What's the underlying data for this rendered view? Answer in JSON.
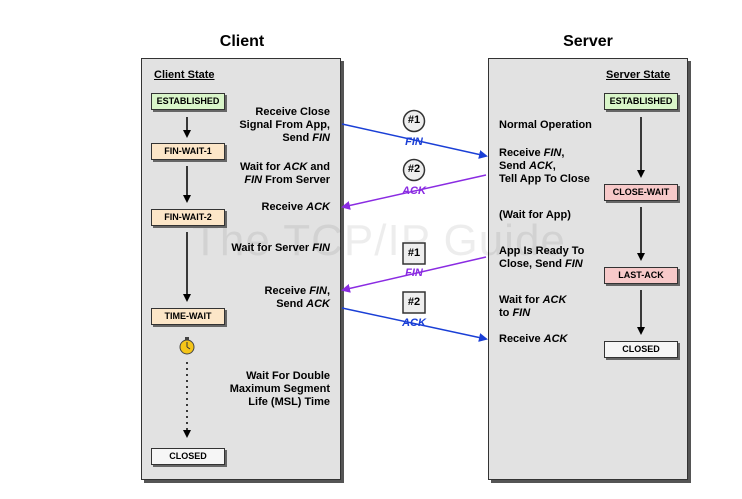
{
  "client": {
    "title": "Client",
    "state_header": "Client State",
    "states": {
      "established": "ESTABLISHED",
      "fin_wait_1": "FIN-WAIT-1",
      "fin_wait_2": "FIN-WAIT-2",
      "time_wait": "TIME-WAIT",
      "closed": "CLOSED"
    },
    "labels": {
      "receive_close_1": "Receive Close",
      "receive_close_2": "Signal From App,",
      "receive_close_3a": "Send ",
      "receive_close_3b": "FIN",
      "wait_ack_1a": "Wait for ",
      "wait_ack_1b": "ACK",
      "wait_ack_1c": " and",
      "wait_ack_2a": "FIN",
      "wait_ack_2b": " From Server",
      "receive_ack_a": "Receive ",
      "receive_ack_b": "ACK",
      "wait_server_fin_a": "Wait for Server ",
      "wait_server_fin_b": "FIN",
      "receive_fin_1a": "Receive ",
      "receive_fin_1b": "FIN",
      "receive_fin_1c": ",",
      "receive_fin_2a": "Send ",
      "receive_fin_2b": "ACK",
      "wait_double_1": "Wait For Double",
      "wait_double_2": "Maximum Segment",
      "wait_double_3": "Life (MSL) Time"
    }
  },
  "server": {
    "title": "Server",
    "state_header": "Server State",
    "states": {
      "established": "ESTABLISHED",
      "close_wait": "CLOSE-WAIT",
      "last_ack": "LAST-ACK",
      "closed": "CLOSED"
    },
    "labels": {
      "normal_operation": "Normal Operation",
      "receive_fin_1a": "Receive ",
      "receive_fin_1b": "FIN",
      "receive_fin_1c": ",",
      "receive_fin_2a": "Send ",
      "receive_fin_2b": "ACK",
      "receive_fin_2c": ",",
      "receive_fin_3": "Tell App To Close",
      "wait_for_app": "(Wait for App)",
      "app_ready_1": "App Is Ready To",
      "app_ready_2a": "Close, Send ",
      "app_ready_2b": "FIN",
      "wait_ack_1a": "Wait for ",
      "wait_ack_1b": "ACK",
      "wait_ack_2a": "to ",
      "wait_ack_2b": "FIN",
      "receive_ack_a": "Receive ",
      "receive_ack_b": "ACK"
    }
  },
  "messages": [
    {
      "badge": "#1",
      "tag": "FIN",
      "direction": "client-to-server",
      "color": "#1a3fd6"
    },
    {
      "badge": "#2",
      "tag": "ACK",
      "direction": "server-to-client",
      "color": "#8a2be2"
    },
    {
      "badge": "#1",
      "tag": "FIN",
      "direction": "server-to-client",
      "color": "#8a2be2"
    },
    {
      "badge": "#2",
      "tag": "ACK",
      "direction": "client-to-server",
      "color": "#1a3fd6"
    }
  ],
  "watermark": "The TCP/IP Guide",
  "colors": {
    "panel": "#e2e2e2",
    "client_arrow": "#1a3fd6",
    "server_arrow": "#8a2be2",
    "state_green": "#d9f5c9",
    "state_orange": "#fce6c8",
    "state_red": "#f7c9c9"
  }
}
